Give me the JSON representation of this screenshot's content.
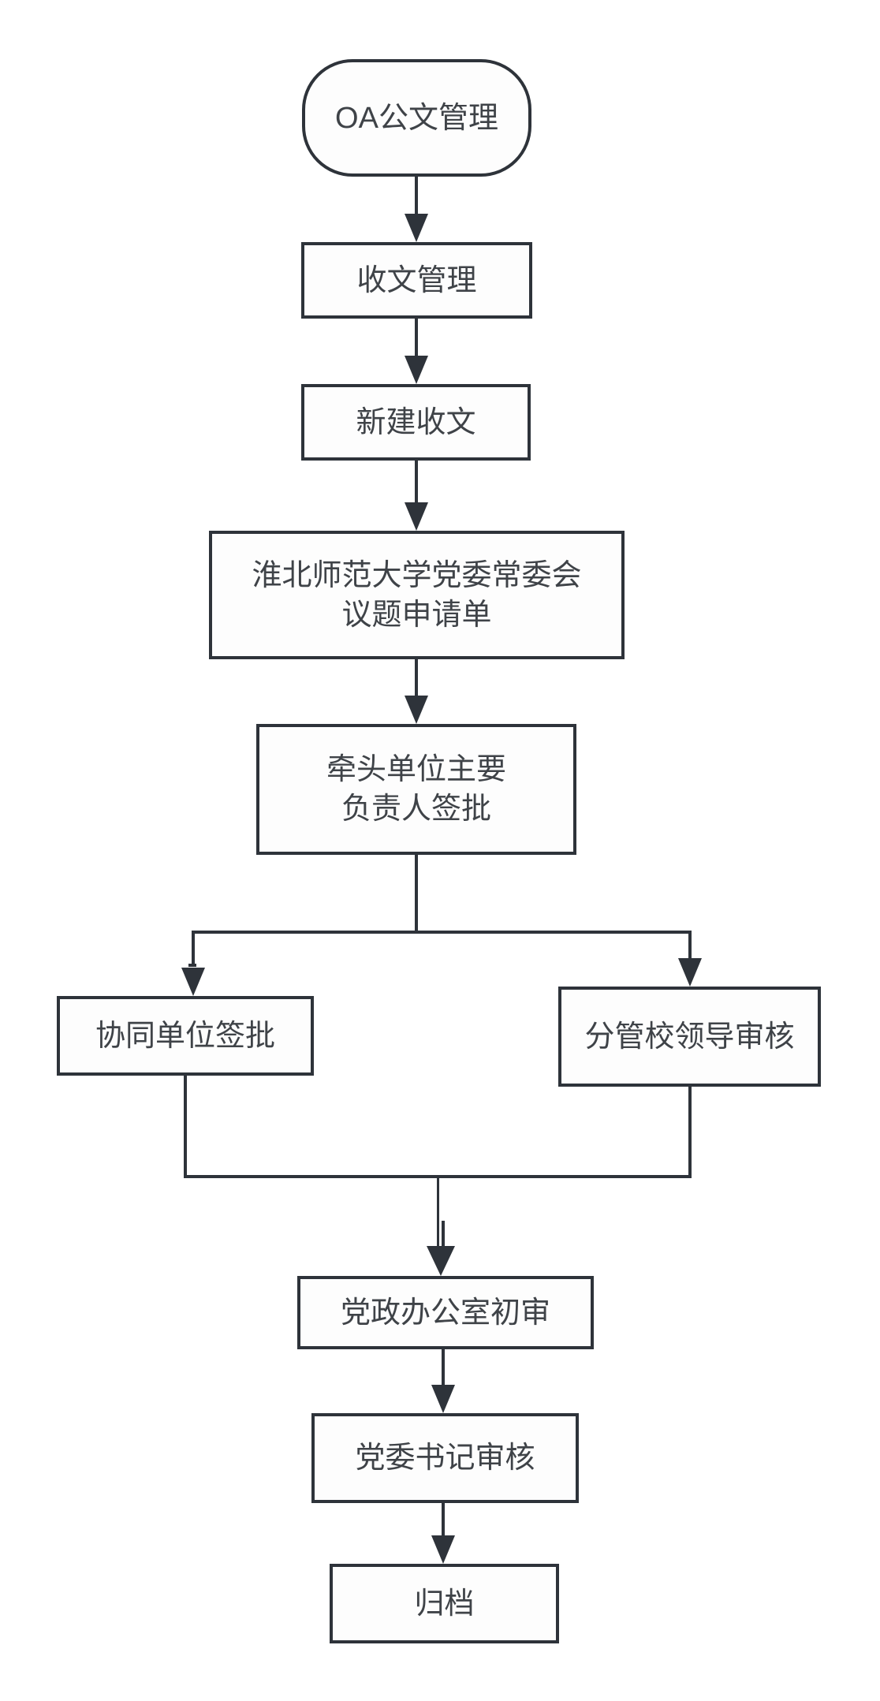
{
  "colors": {
    "stroke": "#2e333a",
    "text": "#3f4348",
    "bg": "#ffffff",
    "node_fill": "#fdfdfd"
  },
  "diagram": {
    "type": "flowchart",
    "nodes": [
      {
        "id": "start",
        "shape": "stadium",
        "lines": [
          "OA公文管理"
        ]
      },
      {
        "id": "receive-management",
        "shape": "rect",
        "lines": [
          "收文管理"
        ]
      },
      {
        "id": "new-receive",
        "shape": "rect",
        "lines": [
          "新建收文"
        ]
      },
      {
        "id": "topic-application",
        "shape": "rect",
        "lines": [
          "淮北师范大学党委常委会",
          "议题申请单"
        ]
      },
      {
        "id": "lead-unit-sign",
        "shape": "rect",
        "lines": [
          "牵头单位主要",
          "负责人签批"
        ]
      },
      {
        "id": "co-unit-sign",
        "shape": "rect",
        "lines": [
          "协同单位签批"
        ]
      },
      {
        "id": "vice-president-review",
        "shape": "rect",
        "lines": [
          "分管校领导审核"
        ]
      },
      {
        "id": "party-gov-office-review",
        "shape": "rect",
        "lines": [
          "党政办公室初审"
        ]
      },
      {
        "id": "party-secretary-review",
        "shape": "rect",
        "lines": [
          "党委书记审核"
        ]
      },
      {
        "id": "archive",
        "shape": "rect",
        "lines": [
          "归档"
        ]
      }
    ],
    "edges": [
      {
        "from": "start",
        "to": "receive-management"
      },
      {
        "from": "receive-management",
        "to": "new-receive"
      },
      {
        "from": "new-receive",
        "to": "topic-application"
      },
      {
        "from": "topic-application",
        "to": "lead-unit-sign"
      },
      {
        "from": "lead-unit-sign",
        "to": "co-unit-sign"
      },
      {
        "from": "lead-unit-sign",
        "to": "vice-president-review"
      },
      {
        "from": "co-unit-sign",
        "to": "party-gov-office-review"
      },
      {
        "from": "vice-president-review",
        "to": "party-gov-office-review"
      },
      {
        "from": "party-gov-office-review",
        "to": "party-secretary-review"
      },
      {
        "from": "party-secretary-review",
        "to": "archive"
      }
    ]
  }
}
